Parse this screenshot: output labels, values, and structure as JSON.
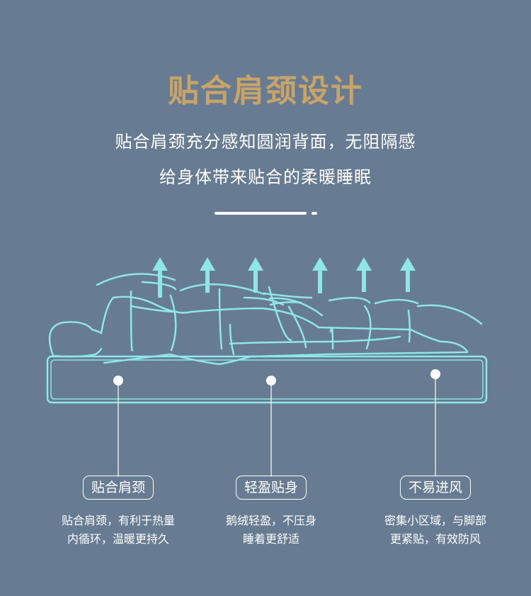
{
  "title": "贴合肩颈设计",
  "subtitle_lines": [
    "贴合肩颈充分感知圆润背面，无阻隔感",
    "给身体带来贴合的柔暖睡眠"
  ],
  "colors": {
    "background": "#677b92",
    "title": "#c9a469",
    "illustration": "#8ee6e6"
  },
  "features": [
    {
      "label": "贴合肩颈",
      "desc_lines": [
        "贴合肩颈，有利于热量",
        "内循环，温暖更持久"
      ]
    },
    {
      "label": "轻盈贴身",
      "desc_lines": [
        "鹅绒轻盈，不压身",
        "睡着更舒适"
      ]
    },
    {
      "label": "不易进风",
      "desc_lines": [
        "密集小区域，与脚部",
        "更紧贴，有效防风"
      ]
    }
  ]
}
